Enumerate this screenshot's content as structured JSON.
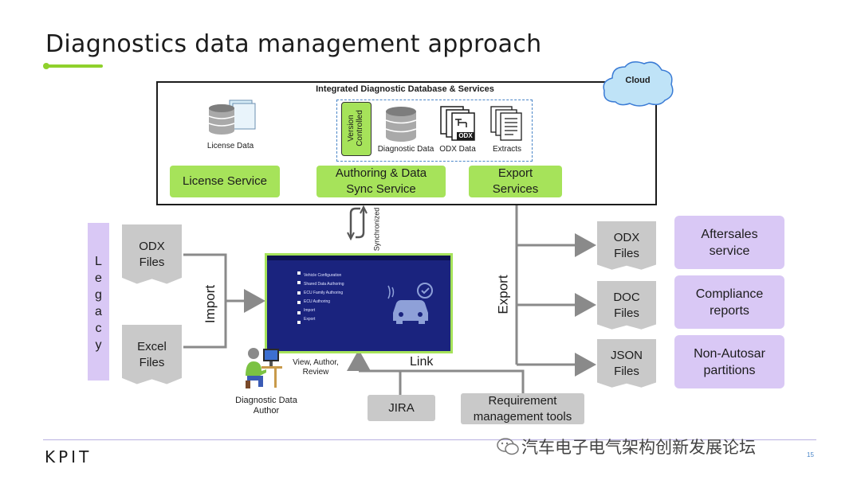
{
  "slide": {
    "title": "Diagnostics data management approach",
    "footer_logo": "KPIT",
    "page_number": "15",
    "watermark": "汽车电子电气架构创新发展论坛"
  },
  "cloud": {
    "label": "Cloud"
  },
  "database": {
    "title": "Integrated Diagnostic Database & Services",
    "license_data": "License Data",
    "version_controlled": [
      "Version",
      "Controlled"
    ],
    "diagnostic_data": "Diagnostic Data",
    "odx_data": "ODX Data",
    "odx_badge": "ODX",
    "extracts": "Extracts",
    "services": {
      "license": "License Service",
      "authoring": [
        "Authoring & Data",
        "Sync Service"
      ],
      "export": [
        "Export",
        "Services"
      ]
    }
  },
  "sync_label": "Synchronized",
  "legacy": {
    "letters": [
      "L",
      "e",
      "g",
      "a",
      "c",
      "y"
    ]
  },
  "inputs": {
    "odx": [
      "ODX",
      "Files"
    ],
    "excel": [
      "Excel",
      "Files"
    ]
  },
  "import_label": "Import",
  "author": {
    "action": [
      "View, Author,",
      "Review"
    ],
    "role": [
      "Diagnostic Data",
      "Author"
    ]
  },
  "app_screen": {
    "menu": [
      "Vehicle Configuration",
      "Shared Data Authoring",
      "ECU Family Authoring",
      "ECU Authoring",
      "Import",
      "Export"
    ]
  },
  "link_label": "Link",
  "tools": {
    "jira": "JIRA",
    "requirement": [
      "Requirement",
      "management tools"
    ]
  },
  "export_label": "Export",
  "outputs": [
    {
      "line1": "ODX",
      "line2": "Files"
    },
    {
      "line1": "DOC",
      "line2": "Files"
    },
    {
      "line1": "JSON",
      "line2": "Files"
    }
  ],
  "consumers": [
    {
      "line1": "Aftersales",
      "line2": "service"
    },
    {
      "line1": "Compliance",
      "line2": "reports"
    },
    {
      "line1": "Non-Autosar",
      "line2": "partitions"
    }
  ],
  "colors": {
    "accent_green": "#a6e35a",
    "legacy_purple": "#d9c8f5",
    "doc_grey": "#c9c9c9",
    "cloud_blue": "#bfe3f7",
    "screen_navy": "#1a237e"
  }
}
